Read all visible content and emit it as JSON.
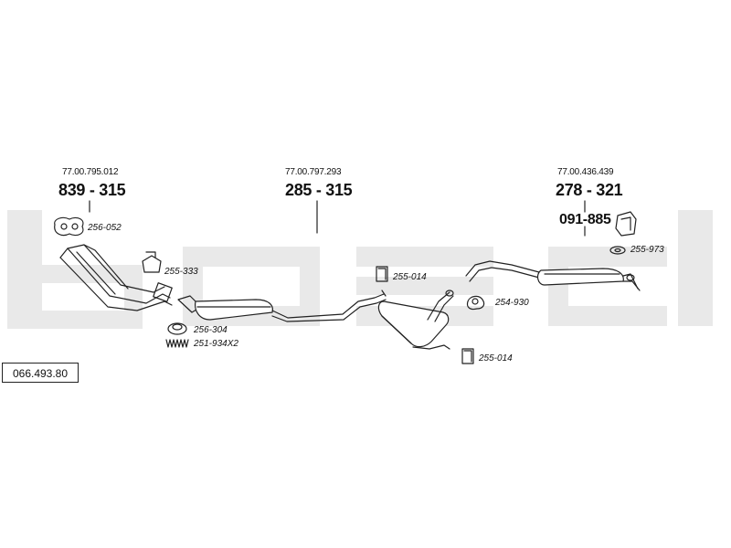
{
  "diagram_id": "066.493.80",
  "watermark": "bosal",
  "assemblies": [
    {
      "oem": "77.00.795.012",
      "part": "839-315",
      "part_a": "839",
      "part_b": "315"
    },
    {
      "oem": "77.00.797.293",
      "part": "285-315",
      "part_a": "285",
      "part_b": "315"
    },
    {
      "oem": "77.00.436.439",
      "part": "278-321",
      "part_a": "278",
      "part_b": "321"
    }
  ],
  "sub_part": {
    "part": "091-885",
    "part_a": "091",
    "part_b": "885"
  },
  "accessories": [
    {
      "id": "gasket-front",
      "ref": "256-052"
    },
    {
      "id": "mount-front",
      "ref": "255-333"
    },
    {
      "id": "ring",
      "ref": "256-304"
    },
    {
      "id": "spring",
      "ref": "251-934X2"
    },
    {
      "id": "clamp-mid-top",
      "ref": "255-014"
    },
    {
      "id": "clamp-mid-bottom",
      "ref": "255-014"
    },
    {
      "id": "clamp-rear",
      "ref": "254-930"
    },
    {
      "id": "rubber-rear",
      "ref": "255-973"
    }
  ]
}
